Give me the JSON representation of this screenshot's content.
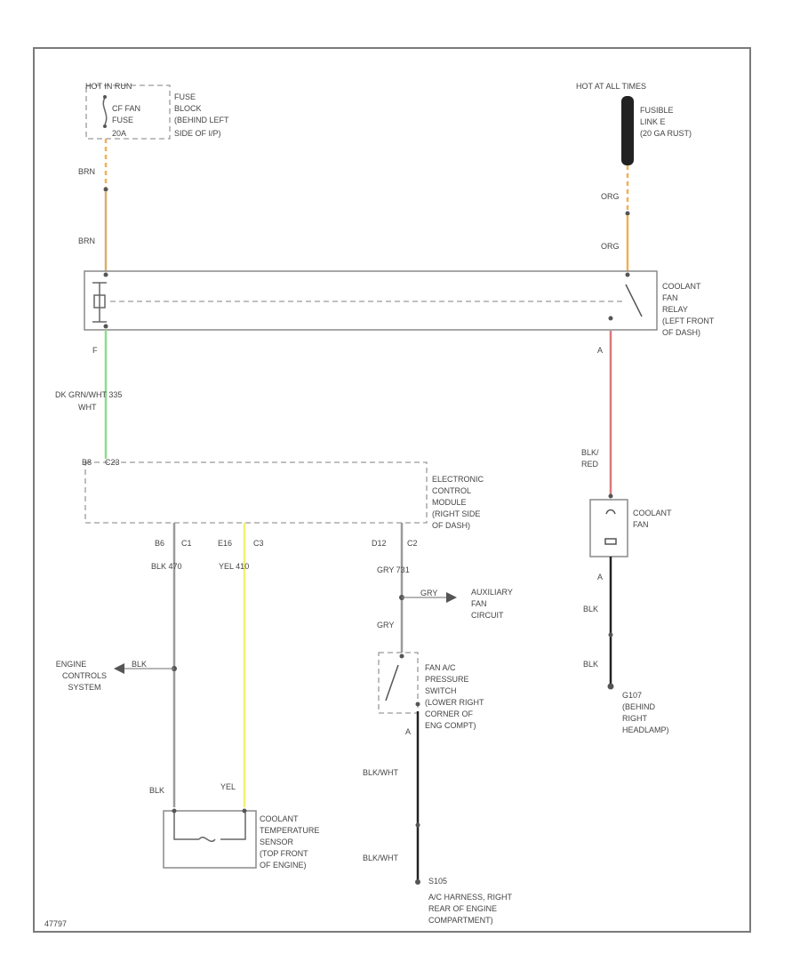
{
  "colors": {
    "orange": "#f0b05a",
    "tan": "#d8b070",
    "green": "#8fdc8f",
    "red": "#d87a7a",
    "yellow": "#f4f070",
    "gray": "#9a9a9a",
    "black": "#222222"
  },
  "labels": {
    "hot_run": "HOT IN RUN",
    "hot_always": "HOT AT ALL TIMES",
    "fuse_name_1": "CF FAN",
    "fuse_name_2": "FUSE",
    "fuse_amp": "20A",
    "fuse_block_1": "FUSE",
    "fuse_block_2": "BLOCK",
    "fuse_block_3": "(BEHIND LEFT",
    "fuse_block_4": "SIDE OF I/P)",
    "fusible_1": "FUSIBLE",
    "fusible_2": "LINK E",
    "fusible_3": "(20 GA RUST)",
    "wire_brn_top": "BRN",
    "wire_brn_mid": "BRN",
    "wire_org_top": "ORG",
    "wire_org_mid": "ORG",
    "relay_1": "COOLANT",
    "relay_2": "FAN",
    "relay_3": "RELAY",
    "relay_4": "(LEFT FRONT",
    "relay_5": "OF DASH)",
    "pin_f": "F",
    "pin_a_relay": "A",
    "wire_dkgrn": "DK GRN/WHT 335",
    "ecm_pin_top_a": "B8",
    "ecm_pin_top_b": "C23",
    "ecm_1": "ELECTRONIC",
    "ecm_2": "CONTROL",
    "ecm_3": "MODULE",
    "ecm_4": "(RIGHT SIDE",
    "ecm_5": "OF DASH)",
    "ecm_b6": "B6",
    "ecm_c1": "C1",
    "ecm_e16": "E16",
    "ecm_c3": "C3",
    "ecm_d12": "D12",
    "ecm_c2": "C2",
    "wire_blk470": "BLK  470",
    "wire_yel410": "YEL  410",
    "wire_gry731": "GRY  731",
    "wire_blk_red_1": "BLK/",
    "wire_blk_red_2": "RED",
    "fan_1": "COOLANT",
    "fan_2": "FAN",
    "pin_a_fan": "A",
    "wire_blk_1": "BLK",
    "wire_blk_2": "BLK",
    "g107_1": "G107",
    "g107_2": "(BEHIND",
    "g107_3": "RIGHT",
    "g107_4": "HEADLAMP)",
    "wire_gry_aux": "GRY",
    "aux_1": "AUXILIARY",
    "aux_2": "FAN",
    "aux_3": "CIRCUIT",
    "wire_gry": "GRY",
    "sw_1": "FAN A/C",
    "sw_2": "PRESSURE",
    "sw_3": "SWITCH",
    "sw_4": "(LOWER RIGHT",
    "sw_5": "CORNER OF",
    "sw_6": "ENG COMPT)",
    "pin_a_sw": "A",
    "eng_1": "ENGINE",
    "eng_2": "CONTROLS",
    "eng_3": "SYSTEM",
    "wire_blk_eng": "BLK",
    "wire_blk_sensor": "BLK",
    "wire_yel_sensor": "YEL",
    "sensor_1": "COOLANT",
    "sensor_2": "TEMPERATURE",
    "sensor_3": "SENSOR",
    "sensor_4": "(TOP FRONT",
    "sensor_5": "OF ENGINE)",
    "wire_blkwht_1": "BLK/WHT",
    "wire_blkwht_2": "BLK/WHT",
    "s105_1": "S105",
    "s105_2": "A/C HARNESS, RIGHT",
    "s105_3": "REAR OF ENGINE",
    "s105_4": "COMPARTMENT)",
    "figure_id": "47797"
  }
}
